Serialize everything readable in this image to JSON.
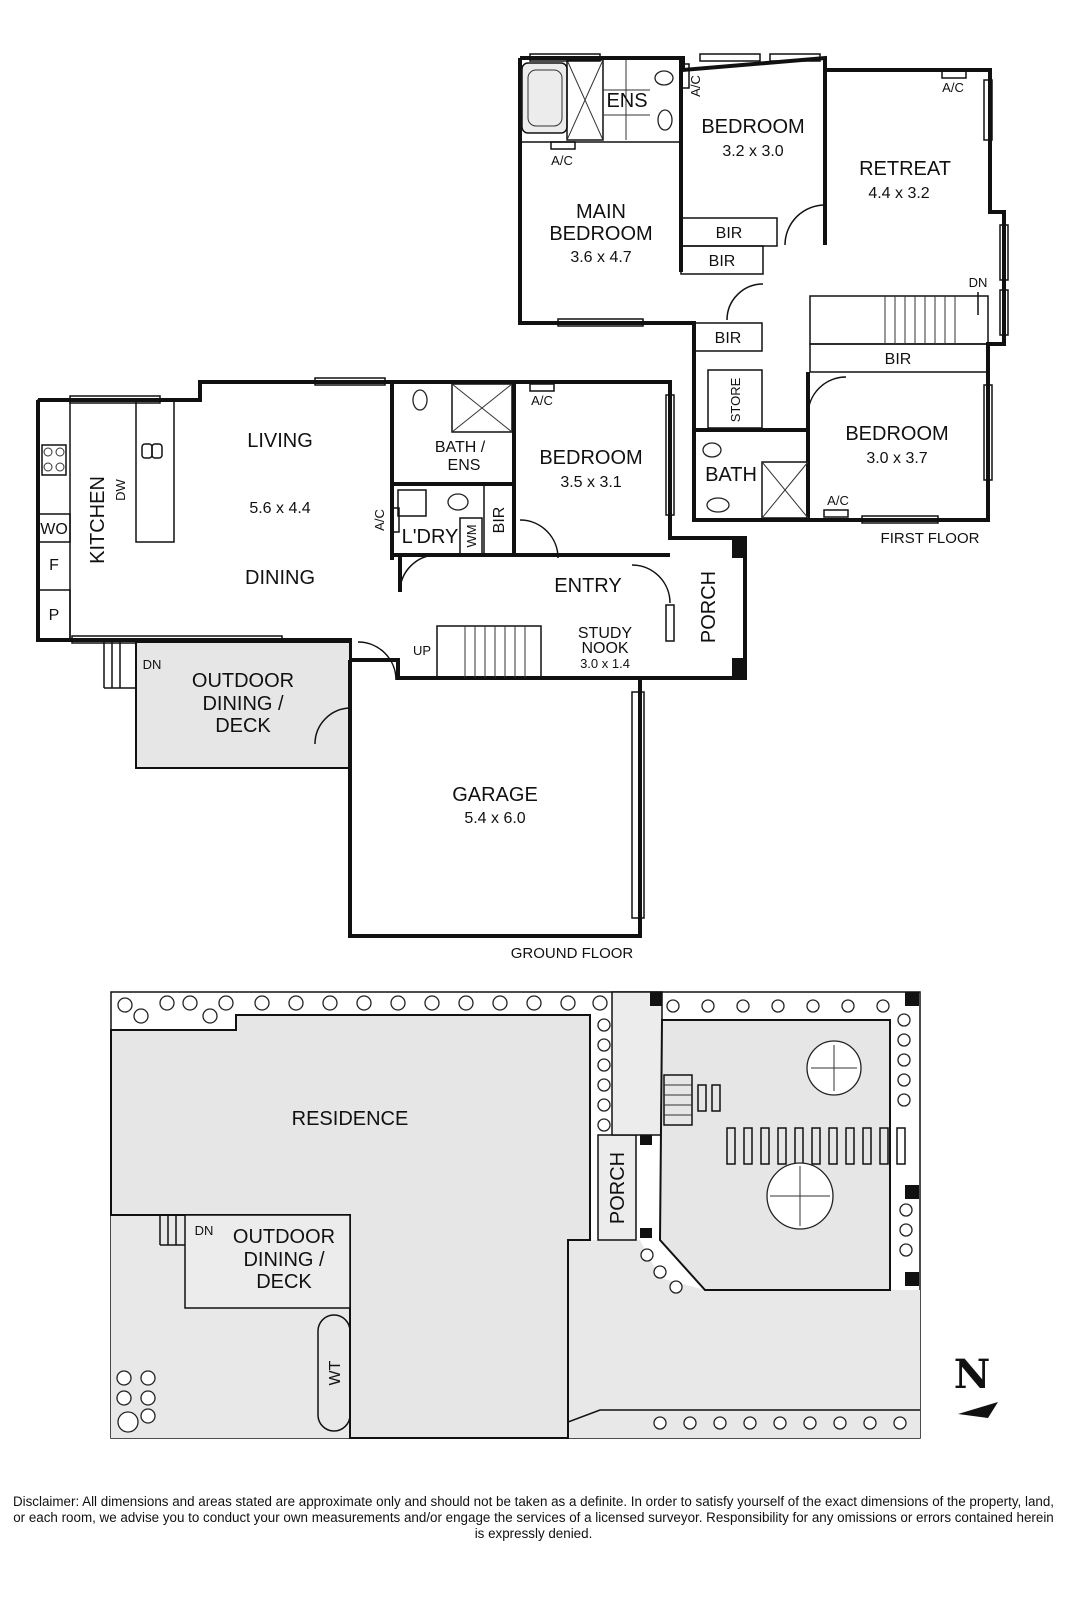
{
  "first_floor": {
    "label": "FIRST FLOOR",
    "rooms": {
      "ens": "ENS",
      "bedroom2": {
        "name": "BEDROOM",
        "dim": "3.2 x 3.0"
      },
      "retreat": {
        "name": "RETREAT",
        "dim": "4.4 x 3.2"
      },
      "main_bedroom": {
        "line1": "MAIN",
        "line2": "BEDROOM",
        "dim": "3.6 x 4.7"
      },
      "bir_a": "BIR",
      "bir_b": "BIR",
      "bir_c": "BIR",
      "bir_d": "BIR",
      "store": "STORE",
      "bath": "BATH",
      "bedroom3": {
        "name": "BEDROOM",
        "dim": "3.0 x 3.7"
      }
    },
    "ac": [
      "A/C",
      "A/C",
      "A/C",
      "A/C"
    ],
    "stair": "DN"
  },
  "ground_floor": {
    "label": "GROUND FLOOR",
    "rooms": {
      "kitchen": "KITCHEN",
      "dw": "DW",
      "wo": "WO",
      "fridge": "F",
      "pantry": "P",
      "living": "LIVING",
      "living_dim": "5.6 x 4.4",
      "dining": "DINING",
      "bath_ens_1": "BATH /",
      "bath_ens_2": "ENS",
      "laundry": "L'DRY",
      "wm": "WM",
      "bir": "BIR",
      "bedroom": {
        "name": "BEDROOM",
        "dim": "3.5 x 3.1"
      },
      "entry": "ENTRY",
      "porch": "PORCH",
      "study_1": "STUDY",
      "study_2": "NOOK",
      "study_dim": "3.0 x 1.4",
      "outdoor_1": "OUTDOOR",
      "outdoor_2": "DINING /",
      "outdoor_3": "DECK",
      "garage": {
        "name": "GARAGE",
        "dim": "5.4 x 6.0"
      }
    },
    "ac": [
      "A/C",
      "A/C"
    ],
    "stair_up": "UP",
    "stair_down": "DN"
  },
  "site_plan": {
    "residence": "RESIDENCE",
    "porch": "PORCH",
    "outdoor_1": "OUTDOOR",
    "outdoor_2": "DINING /",
    "outdoor_3": "DECK",
    "dn": "DN",
    "wt": "WT",
    "north": "N"
  },
  "disclaimer": "Disclaimer: All dimensions and areas stated are approximate only and should not be taken as a definite. In order to satisfy yourself of the exact dimensions of the property, land, or each room, we advise you to conduct your own measurements and/or engage the services of a licensed surveyor. Responsibility for any omissions or errors contained herein is expressly denied."
}
